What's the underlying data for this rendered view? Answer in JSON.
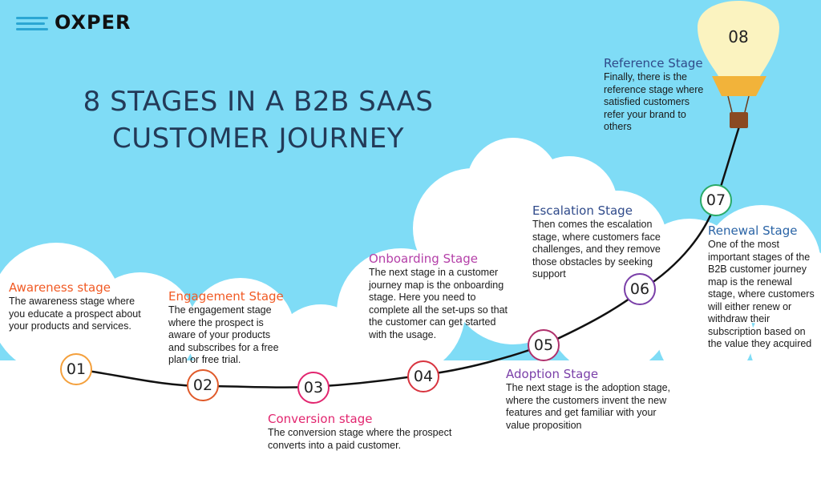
{
  "brand": {
    "name": "OXPER"
  },
  "title": {
    "line1": "8 STAGES IN A B2B SAAS",
    "line2": "CUSTOMER JOURNEY"
  },
  "colors": {
    "sky": "#7fdcf6",
    "cloud": "#ffffff",
    "title": "#233a58",
    "path": "#111111",
    "balloon": "#fbf3c0",
    "balloon_band": "#f2b33a",
    "basket": "#8a4a22"
  },
  "stages": [
    {
      "num": "01",
      "title": "Awareness stage",
      "color": "#f15a24",
      "ring": "#f4a03c",
      "desc": "The awareness stage where you educate a prospect about your products and services."
    },
    {
      "num": "02",
      "title": "Engagement Stage",
      "color": "#f15a24",
      "ring": "#e05a2a",
      "desc": "The engagement stage where the prospect is aware of your products and subscribes for a free plan or free trial."
    },
    {
      "num": "03",
      "title": "Conversion stage",
      "color": "#e2266f",
      "ring": "#e2266f",
      "desc": "The conversion stage where the prospect converts into a paid customer."
    },
    {
      "num": "04",
      "title": "Onboarding Stage",
      "color": "#b43fa8",
      "ring": "#d8343f",
      "desc": "The next stage in a customer journey map is the onboarding stage. Here you need to complete all the set-ups so that the customer can get started with the usage."
    },
    {
      "num": "05",
      "title": "Adoption Stage",
      "color": "#7a3fa8",
      "ring": "#b0306c",
      "desc": "The next stage is the adoption stage, where the customers invent the new features and get familiar with your value proposition"
    },
    {
      "num": "06",
      "title": "Escalation Stage",
      "color": "#2f4a8a",
      "ring": "#7a3fa8",
      "desc": "Then comes the escalation stage, where customers face challenges, and they remove those obstacles by seeking support"
    },
    {
      "num": "07",
      "title": "Renewal Stage",
      "color": "#2a64a6",
      "ring": "#2aaa68",
      "desc": "One of the most important stages of the B2B customer journey map is the renewal stage, where customers will either renew or withdraw their subscription based on the value they acquired"
    },
    {
      "num": "08",
      "title": "Reference Stage",
      "color": "#2f4a8a",
      "ring": "#2f4a8a",
      "desc": "Finally, there is the reference stage where satisfied customers refer your brand to others"
    }
  ]
}
